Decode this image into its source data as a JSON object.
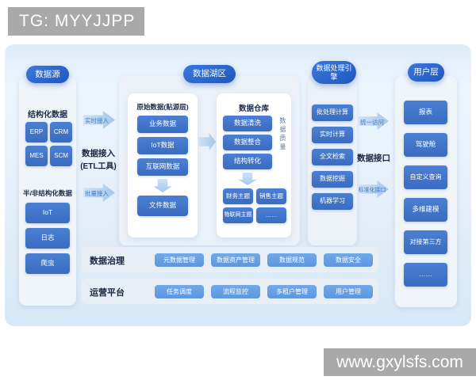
{
  "watermarks": {
    "top": "TG: MYYJJPP",
    "bottom": "www.gxylsfs.com"
  },
  "colors": {
    "pill_blue": "#2d63c9",
    "node_blue": "#3f72c6",
    "light_node_blue": "#66a0e0",
    "band_bg": "#ddecf9",
    "panel_bg": "#f0f5fa",
    "arrow_blue": "#a4c7ec",
    "heading_navy": "#1c2c4e"
  },
  "source_layer": {
    "title": "数据源",
    "structured": {
      "heading": "结构化数据",
      "items": [
        "ERP",
        "CRM",
        "MES",
        "SCM"
      ]
    },
    "unstructured": {
      "heading": "半/非结构化数据",
      "items": [
        "IoT",
        "日志",
        "爬虫"
      ]
    }
  },
  "ingest": {
    "arrow_top": "实时接入",
    "label_line1": "数据接入",
    "label_line2": "(ETL工具)",
    "arrow_bottom": "批量接入"
  },
  "lake": {
    "title": "数据湖区",
    "raw": {
      "heading": "原始数据(贴源层)",
      "items": [
        "业务数据",
        "IoT数据",
        "互联网数据"
      ],
      "bottom_item": "文件数据"
    },
    "warehouse": {
      "heading": "数据仓库",
      "items": [
        "数据清洗",
        "数据整合",
        "结构转化"
      ],
      "side_label": "数据质量",
      "themes": [
        "财务主题",
        "销售主题",
        "物联网主题",
        "……"
      ]
    }
  },
  "engine": {
    "title": "数据处理引擎",
    "items": [
      "批处理计算",
      "实时计算",
      "全文检索",
      "数据挖掘",
      "机器学习"
    ]
  },
  "interface": {
    "arrow_top": "统一访问",
    "label": "数据接口",
    "arrow_bottom": "标准化接口"
  },
  "user_layer": {
    "title": "用户层",
    "items": [
      "报表",
      "驾驶舱",
      "自定义查询",
      "多维建模",
      "对接第三方",
      "……"
    ]
  },
  "governance": {
    "label": "数据治理",
    "items": [
      "元数据管理",
      "数据资产管理",
      "数据规范",
      "数据安全"
    ]
  },
  "operations": {
    "label": "运营平台",
    "items": [
      "任务调度",
      "流程监控",
      "多租户管理",
      "用户管理"
    ]
  }
}
